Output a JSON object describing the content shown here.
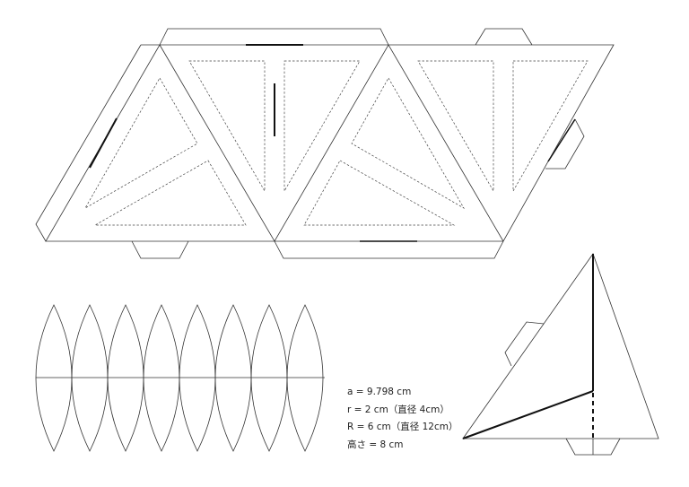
{
  "title": "Pyramid papercraft net template",
  "specs": [
    "a = 9.798 cm",
    "r = 2 cm（直径 4cm）",
    "R = 6 cm（直径 12cm）",
    "高さ = 8 cm"
  ],
  "lens_count": 8,
  "colors": {
    "line": "#333333",
    "fold": "#111111"
  }
}
